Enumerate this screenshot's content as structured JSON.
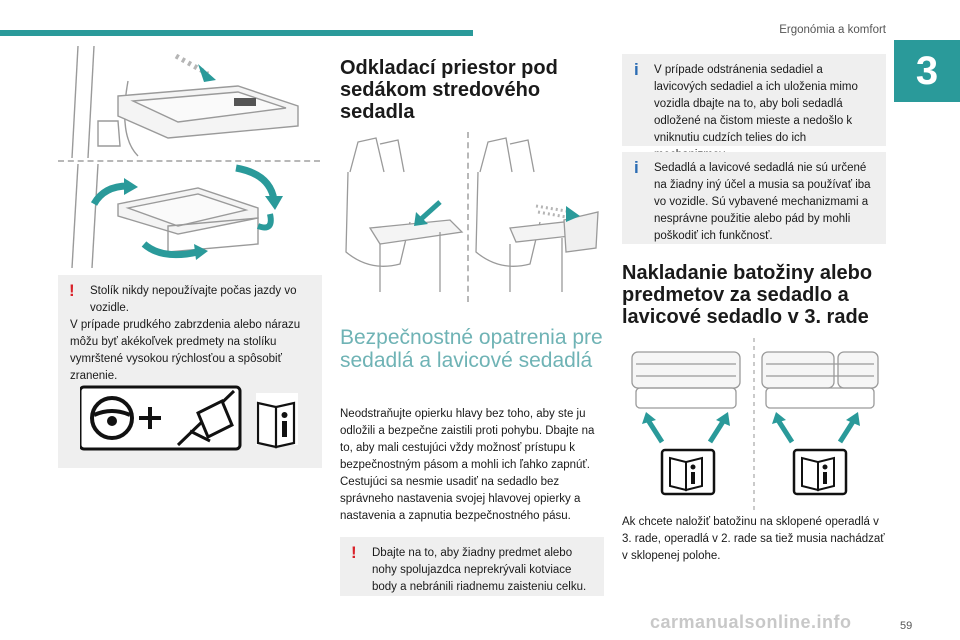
{
  "header": {
    "section_title": "Ergonómia a komfort",
    "chapter_number": "3"
  },
  "column1": {
    "warning": {
      "first_line": "Stolík nikdy nepoužívajte počas jazdy vo vozidle.",
      "text": "V prípade prudkého zabrzdenia alebo nárazu môžu byť akékoľvek predmety na stolíku vymrštené vysokou rýchlosťou a spôsobiť zranenie."
    }
  },
  "column2": {
    "heading": "Odkladací priestor pod sedákom stredového sedadla",
    "section_heading": "Bezpečnostné opatrenia pre sedadlá a lavicové sedadlá",
    "body": "Neodstraňujte opierku hlavy bez toho, aby ste ju odložili a bezpečne zaistili proti pohybu. Dbajte na to, aby mali cestujúci vždy možnosť prístupu k bezpečnostným pásom a mohli ich ľahko zapnúť. Cestujúci sa nesmie usadiť na sedadlo bez správneho nastavenia svojej hlavovej opierky a nastavenia a zapnutia bezpečnostného pásu.",
    "warning": {
      "first_line": "Dbajte na to, aby žiadny predmet alebo nohy spolujazdca neprekrývali kotviace body a nebránili riadnemu zaisteniu celku."
    }
  },
  "column3": {
    "info1": {
      "first_line": "V prípade odstránenia sedadiel a lavicových sedadiel a ich uloženia mimo vozidla dbajte na to, aby boli sedadlá odložené na čistom mieste a nedošlo k vniknutiu cudzích telies do ich mechanizmov."
    },
    "info2": {
      "first_line": "Sedadlá a lavicové sedadlá nie sú určené na žiadny iný účel a musia sa používať iba vo vozidle. Sú vybavené mechanizmami a nesprávne použitie alebo pád by mohli poškodiť ich funkčnosť."
    },
    "heading": "Nakladanie batožiny alebo predmetov za sedadlo a lavicové sedadlo v 3. rade",
    "body": "Ak chcete naložiť batožinu na sklopené operadlá v 3. rade, operadlá v 2. rade sa tiež musia nachádzať v sklopenej polohe."
  },
  "footer": {
    "page_number": "59",
    "watermark": "carmanualsonline.info"
  },
  "icons": {
    "warning_mark": "!",
    "info_mark": "i",
    "manual_icon": "manual-book-icon"
  },
  "colors": {
    "teal": "#2a9a9a",
    "heading_teal": "#6fb3b5",
    "warning_red": "#d9222a",
    "info_blue": "#2b6cb3",
    "box_gray": "#efefef"
  }
}
